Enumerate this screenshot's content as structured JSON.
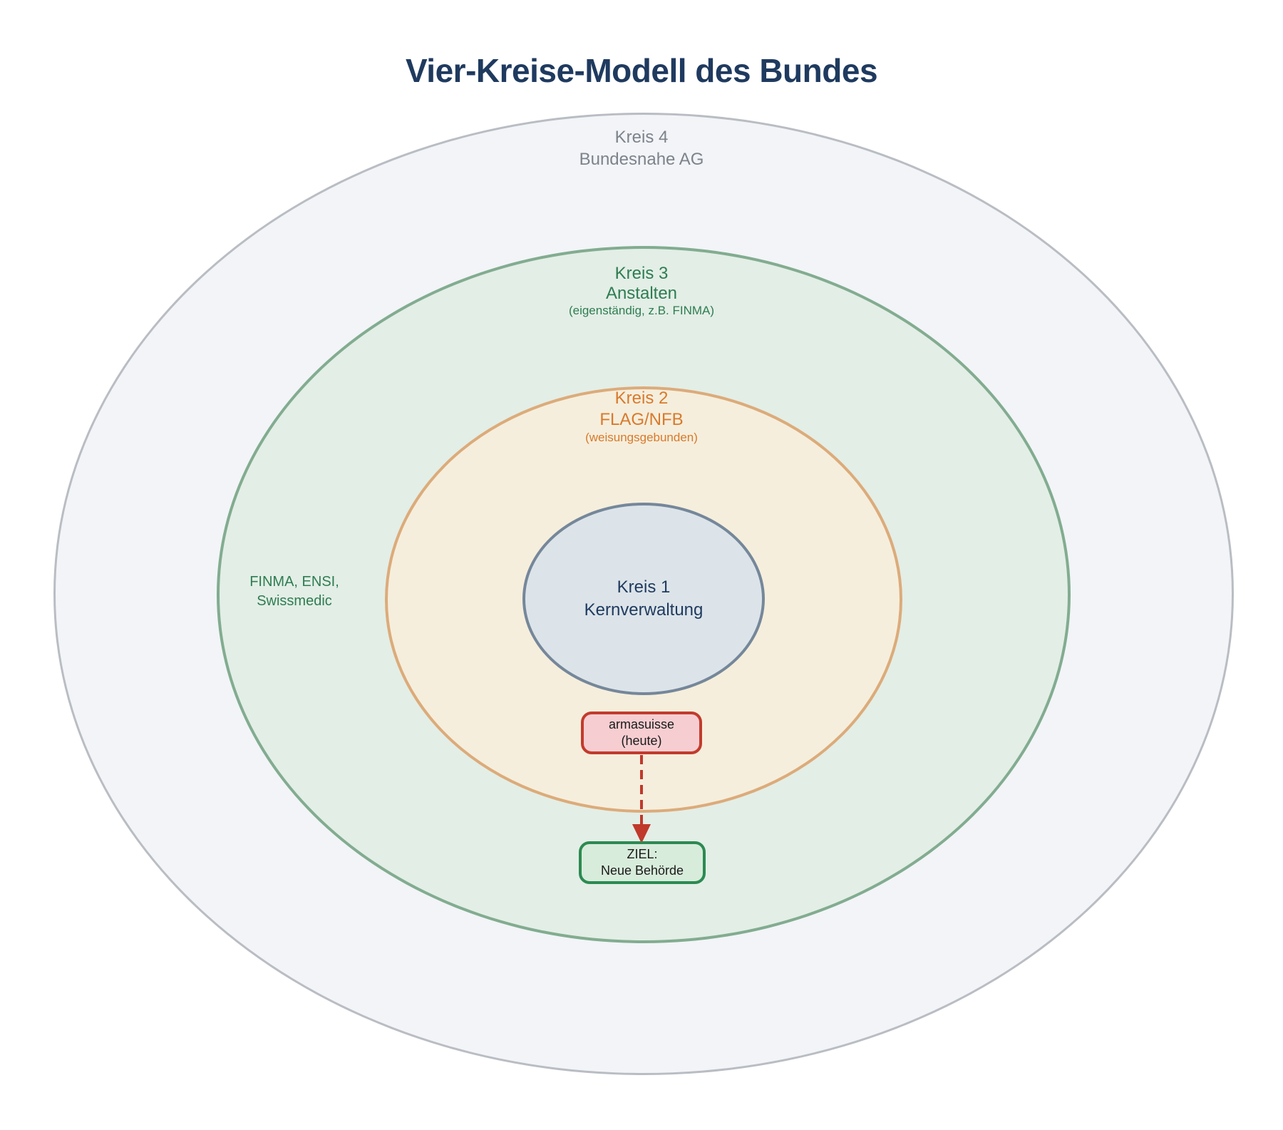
{
  "title": "Vier-Kreise-Modell des Bundes",
  "circles": {
    "kreis4": {
      "name": "Kreis 4",
      "label": "Bundesnahe AG"
    },
    "kreis3": {
      "name": "Kreis 3",
      "label": "Anstalten",
      "note": "(eigenständig, z.B. FINMA)"
    },
    "kreis2": {
      "name": "Kreis 2",
      "label": "FLAG/NFB",
      "note": "(weisungsgebunden)"
    },
    "kreis1": {
      "name": "Kreis 1",
      "label": "Kernverwaltung"
    }
  },
  "examples": {
    "line1": "FINMA, ENSI,",
    "line2": "Swissmedic"
  },
  "armasuisse": {
    "line1": "armasuisse",
    "line2": "(heute)"
  },
  "ziel": {
    "line1": "ZIEL:",
    "line2": "Neue Behörde"
  },
  "colors": {
    "title_text": "#1f3a5f",
    "kreis4_fill": "#f2f4f7",
    "kreis4_border": "#b9bdc3",
    "kreis4_text": "#7d838c",
    "kreis3_fill": "#e3eee6",
    "kreis3_border": "#82ac90",
    "kreis3_text": "#2e7d51",
    "kreis2_fill": "#f5eedc",
    "kreis2_border": "#dcab7a",
    "kreis2_text": "#d87a2c",
    "kreis1_fill": "#dce4e9",
    "kreis1_border": "#75879a",
    "kreis1_text": "#1f3a5f",
    "armasuisse_fill": "#f6ced2",
    "armasuisse_border": "#c23b2c",
    "ziel_fill": "#d8ecdb",
    "ziel_border": "#2c8a52",
    "arrow": "#c0392b",
    "box_text": "#1a1a1a"
  }
}
